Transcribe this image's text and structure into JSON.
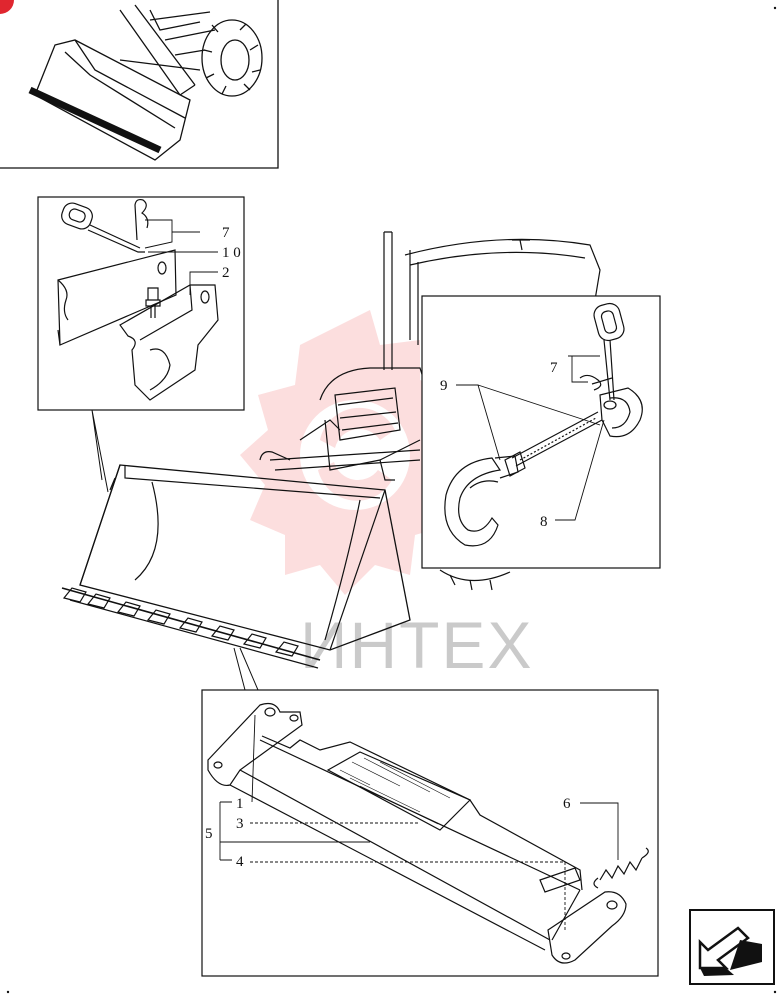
{
  "watermark": {
    "text": "ИНТЕХ",
    "color": "#f26b6b"
  },
  "corner_badge": {
    "color": "#e0262f"
  },
  "nav": {
    "icon": "next-page-arrow-icon"
  },
  "callouts": {
    "top_left_pin": "7",
    "top_left_plate": "1 0",
    "top_left_bracket": "2",
    "right_pin": "7",
    "right_hook": "9",
    "right_turnbuckle": "8",
    "bottom_edge": "1",
    "bottom_assembly": "5",
    "bottom_plate": "3",
    "bottom_bar": "4",
    "bottom_spring": "6"
  }
}
